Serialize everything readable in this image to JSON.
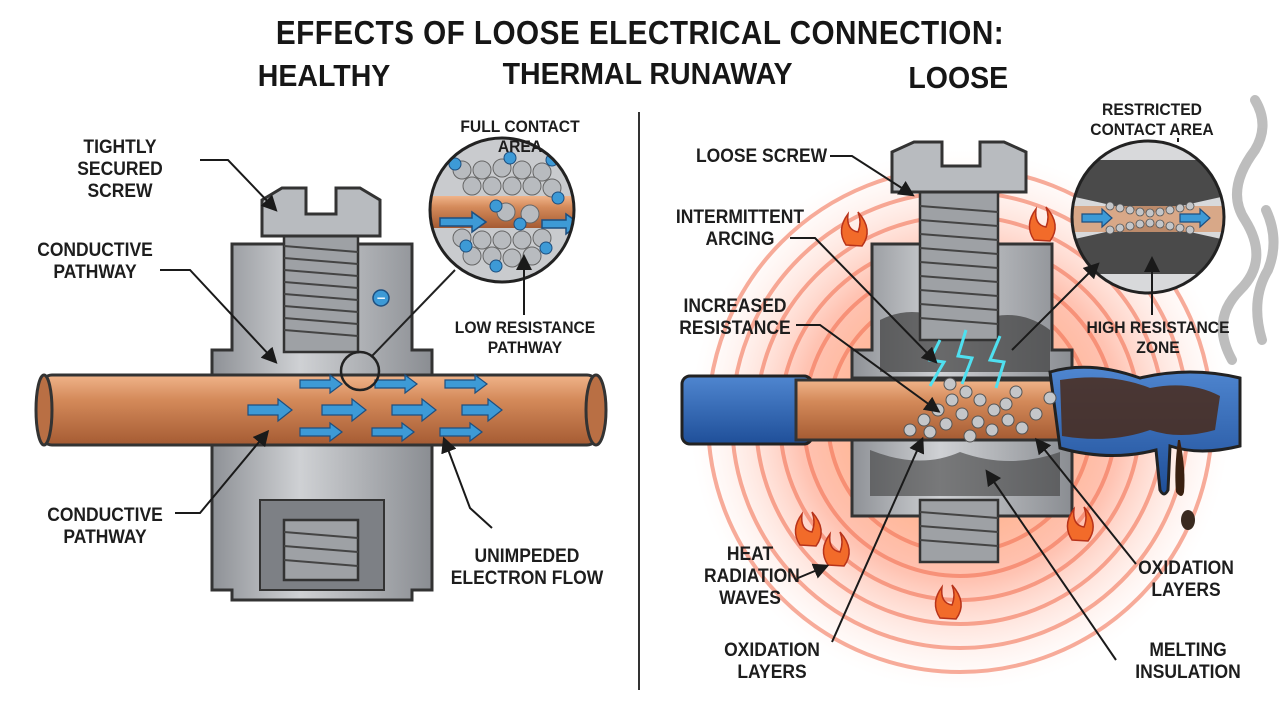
{
  "title": "EFFECTS OF LOOSE ELECTRICAL CONNECTION:",
  "subtitle": {
    "left": "HEALTHY",
    "center": "THERMAL RUNAWAY",
    "right": "LOOSE"
  },
  "healthy": {
    "tight_screw": "TIGHTLY\nSECURED SCREW",
    "conductive_top": "CONDUCTIVE\nPATHWAY",
    "conductive_bottom": "CONDUCTIVE\nPATHWAY",
    "full_contact": "FULL CONTACT AREA",
    "low_resistance": "LOW RESISTANCE\nPATHWAY",
    "electron_flow": "UNIMPEDED\nELECTRON FLOW"
  },
  "loose": {
    "loose_screw": "LOOSE SCREW",
    "arcing": "INTERMITTENT\nARCING",
    "resistance": "INCREASED\nRESISTANCE",
    "restricted": "RESTRICTED\nCONTACT AREA",
    "high_resistance": "HIGH RESISTANCE\nZONE",
    "heat_waves": "HEAT\nRADIATION\nWAVES",
    "oxidation_left": "OXIDATION\nLAYERS",
    "oxidation_right": "OXIDATION\nLAYERS",
    "melting": "MELTING\nINSULATION"
  },
  "colors": {
    "copper": "#c97d4f",
    "steel": "#a7aaae",
    "arrow": "#3d9ad6",
    "heat": "#f2573a",
    "insulation": "#2e63b5"
  }
}
